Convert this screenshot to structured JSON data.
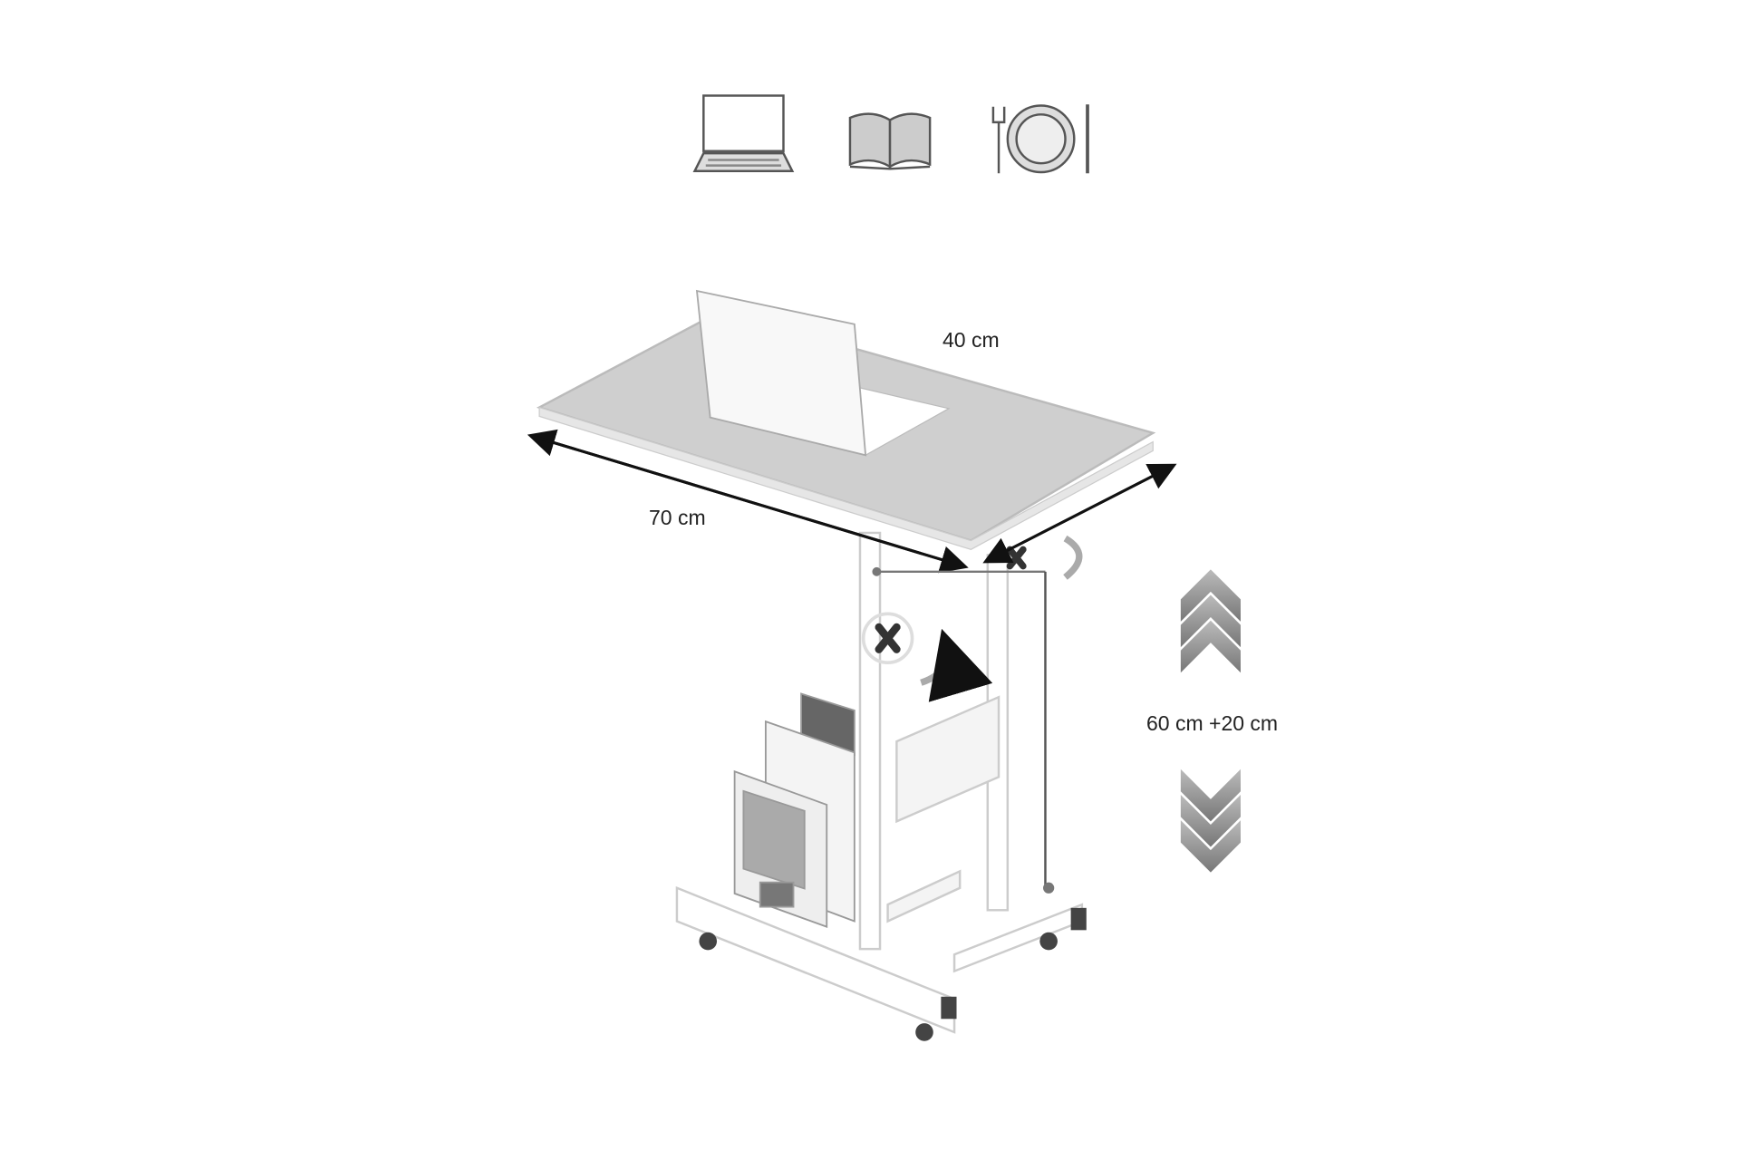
{
  "icons": [
    "laptop-icon",
    "open-book-icon",
    "plate-cutlery-icon"
  ],
  "dimensions": {
    "depth": "40 cm",
    "width": "70 cm",
    "height": "60 cm +20 cm"
  }
}
